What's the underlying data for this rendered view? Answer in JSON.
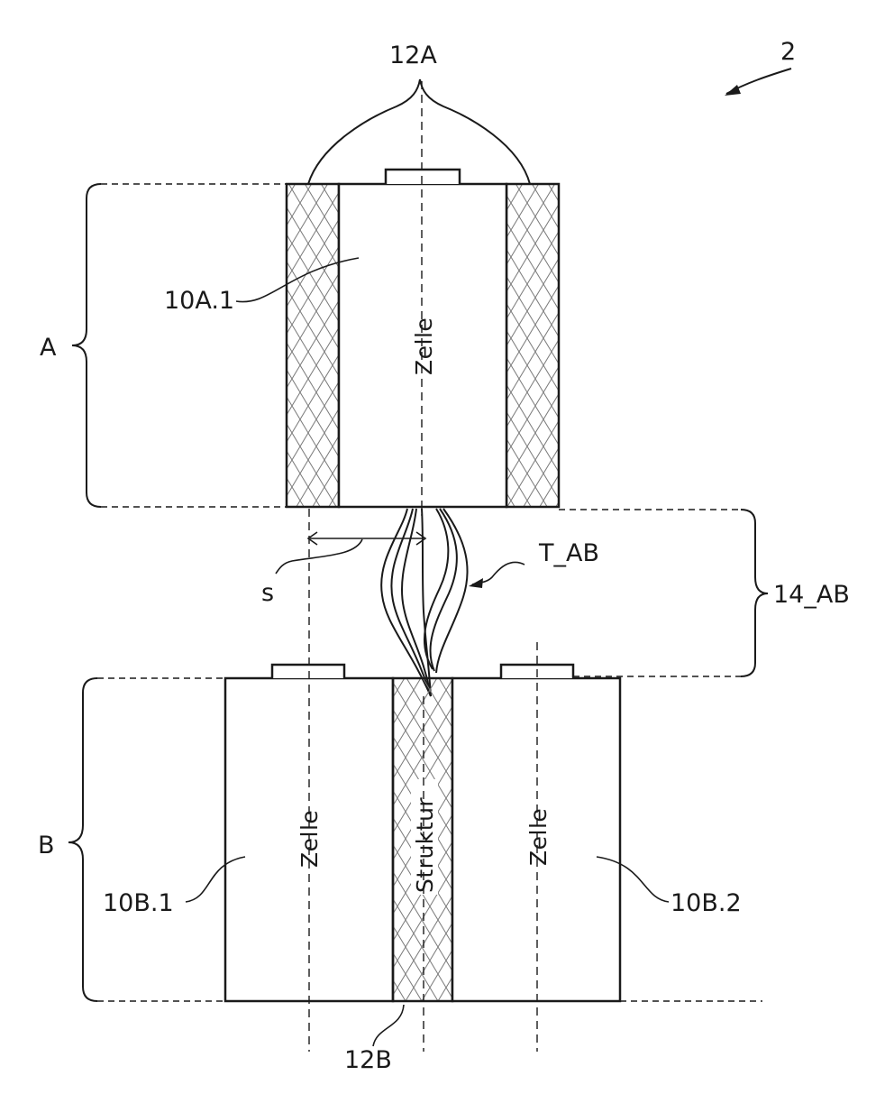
{
  "figure_number": "2",
  "groups": {
    "a": "A",
    "b": "B",
    "transition": "14_AB"
  },
  "structures": {
    "top": "12A",
    "bottom": "12B"
  },
  "cells": {
    "top": "10A.1",
    "bottom_left": "10B.1",
    "bottom_right": "10B.2"
  },
  "inner_text": {
    "cell": "Zelle",
    "structure": "Struktur"
  },
  "transition_label": "T_AB",
  "shift_label": "s",
  "colors": {
    "line": "#1a1a1a",
    "hatch": "#7a7a7a",
    "background": "#ffffff"
  }
}
